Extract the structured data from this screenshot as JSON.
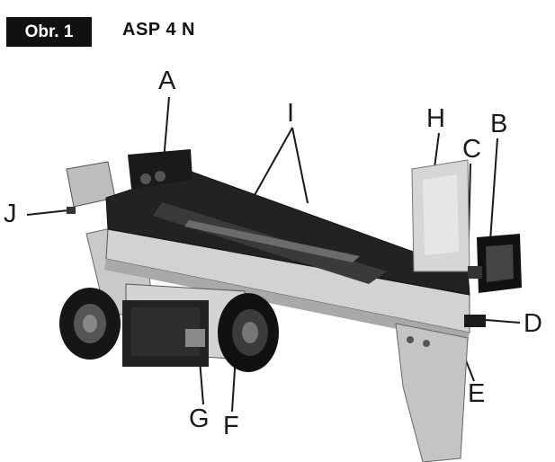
{
  "header": {
    "figure_label": "Obr. 1",
    "model": "ASP 4 N"
  },
  "callouts": {
    "A": "A",
    "B": "B",
    "C": "C",
    "D": "D",
    "E": "E",
    "F": "F",
    "G": "G",
    "H": "H",
    "I": "I",
    "J": "J"
  },
  "colors": {
    "badge_bg": "#111111",
    "badge_text": "#ffffff",
    "machine_dark": "#1c1c1c",
    "machine_light": "#c8c8c8"
  },
  "illustration": {
    "icon": "log-splitter-illustration"
  }
}
